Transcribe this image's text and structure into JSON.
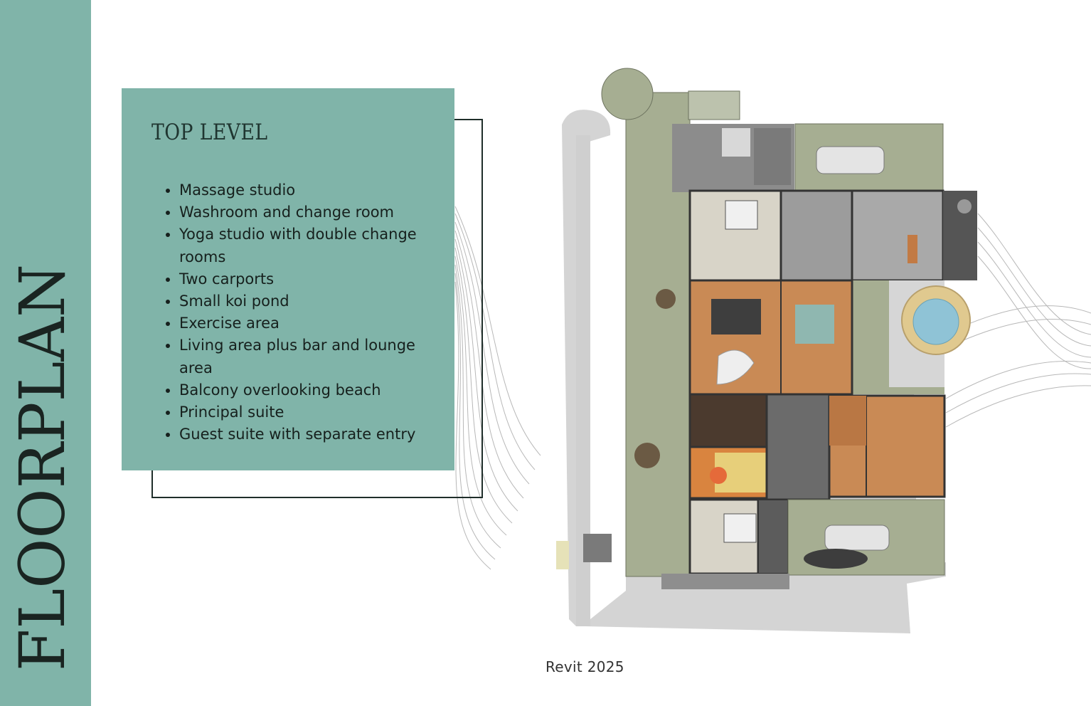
{
  "sidebar": {
    "title": "FLOORPLAN"
  },
  "card": {
    "title": "TOP LEVEL",
    "features": [
      "Massage studio",
      "Washroom and change room",
      "Yoga studio with double change rooms",
      "Two carports",
      "Small koi pond",
      "Exercise area",
      "Living area plus bar and lounge area",
      "Balcony overlooking beach",
      "Principal suite",
      "Guest suite with separate entry"
    ]
  },
  "caption": "Revit 2025",
  "colors": {
    "band": "#80b4a9",
    "card": "#80b4a9",
    "heading": "#1f3530",
    "wood_floor": "#c98a55",
    "deck": "#a6ae92",
    "wall": "#3a3a3a",
    "pool": "#8fc3d6"
  }
}
